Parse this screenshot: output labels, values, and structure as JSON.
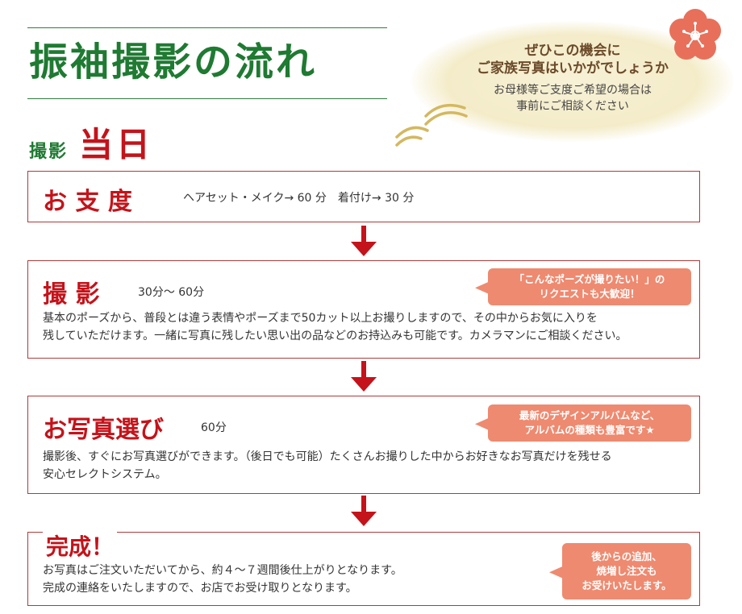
{
  "header": {
    "title": "振袖撮影の流れ"
  },
  "cloud": {
    "line1": "ぜひこの機会に",
    "line2": "ご家族写真はいかがでしょうか",
    "line3": "お母様等ご支度ご希望の場合は",
    "line4": "事前にご相談ください"
  },
  "day": {
    "small": "撮影",
    "big": "当日"
  },
  "steps": [
    {
      "title": "お 支 度",
      "note": "ヘアセット・メイク→ 60 分　着付け→ 30 分"
    },
    {
      "title": "撮 影",
      "note": "30分～ 60分",
      "desc1": "基本のポーズから、普段とは違う表情やポーズまで50カット以上お撮りしますので、その中からお気に入りを",
      "desc2": "残していただけます。一緒に写真に残したい思い出の品などのお持込みも可能です。カメラマンにご相談ください。",
      "bubble1": "「こんなポーズが撮りたい！」の",
      "bubble2": "リクエストも大歓迎！"
    },
    {
      "title": "お写真選び",
      "note": "60分",
      "desc1": "撮影後、すぐにお写真選びができます。（後日でも可能）たくさんお撮りした中からお好きなお写真だけを残せる",
      "desc2": "安心セレクトシステム。",
      "bubble1": "最新のデザインアルバムなど、",
      "bubble2": "アルバムの種類も豊富です★"
    },
    {
      "title": "完成！",
      "desc1": "お写真はご注文いただいてから、約４～７週間後仕上がりとなります。",
      "desc2": "完成の連絡をいたしますので、お店でお受け取りとなります。",
      "bubble1": "後からの追加、",
      "bubble2": "焼増し注文も",
      "bubble3": "お受けいたします。"
    }
  ],
  "colors": {
    "title_green": "#1f7a32",
    "accent_red": "#c4131a",
    "box_border": "#b03a3a",
    "bubble_coral": "#ee8a70",
    "cloud_cream": "#f4ecc9",
    "wave_gold": "#d4b860",
    "flower_coral": "#e8705a"
  },
  "icons": {
    "flower": "ume-flower-icon",
    "waves": "gold-wave-decoration",
    "arrow": "down-arrow-icon"
  }
}
